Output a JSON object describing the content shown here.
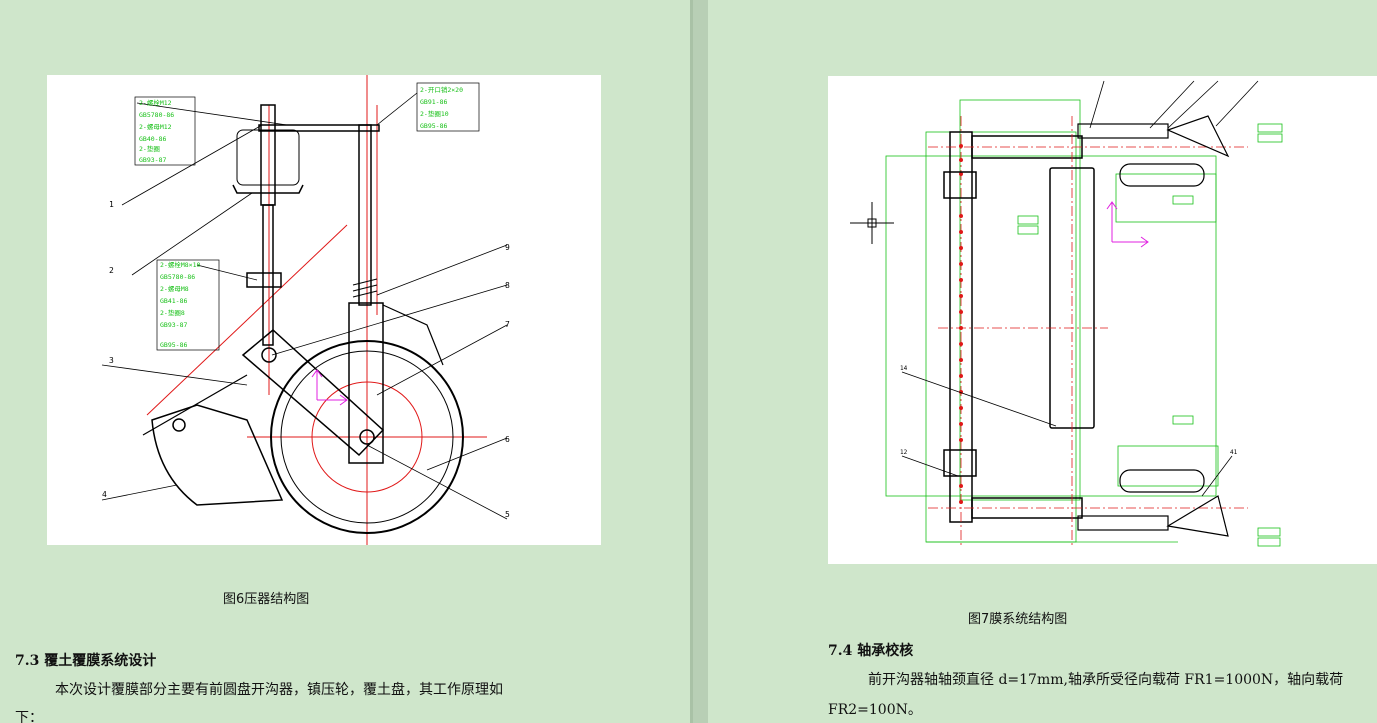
{
  "left_page": {
    "figure": {
      "caption": "图6压器结构图",
      "part_numbers": [
        "1",
        "2",
        "3",
        "4",
        "5",
        "6",
        "7",
        "8",
        "9"
      ],
      "tags_top_left": [
        "2-螺栓M12",
        "GB5780-86",
        "2-螺母M12",
        "GB40-86",
        "2-垫圈",
        "GB93-87"
      ],
      "tags_top_right": [
        "2-开口销2×20",
        "GB91-86",
        "2-垫圈10",
        "GB95-86"
      ],
      "tags_mid": [
        "2-螺栓M8×10",
        "GB5780-86",
        "2-螺母M8",
        "GB41-86",
        "2-垫圈8",
        "GB93-87",
        "GB95-86"
      ]
    },
    "section_heading": "7.3 覆土覆膜系统设计",
    "paragraph_line1": "本次设计覆膜部分主要有前圆盘开沟器，镇压轮，覆土盘，其工作原理如",
    "paragraph_line2": "下："
  },
  "right_page": {
    "figure": {
      "caption": "图7膜系统结构图",
      "part_numbers": [
        "14",
        "12",
        "41"
      ]
    },
    "section_heading": "7.4 轴承校核",
    "paragraph_line1": "前开沟器轴轴颈直径 d=17mm,轴承所受径向载荷 FR1=1000N，轴向载荷",
    "paragraph_line2": "FR2=100N。"
  }
}
